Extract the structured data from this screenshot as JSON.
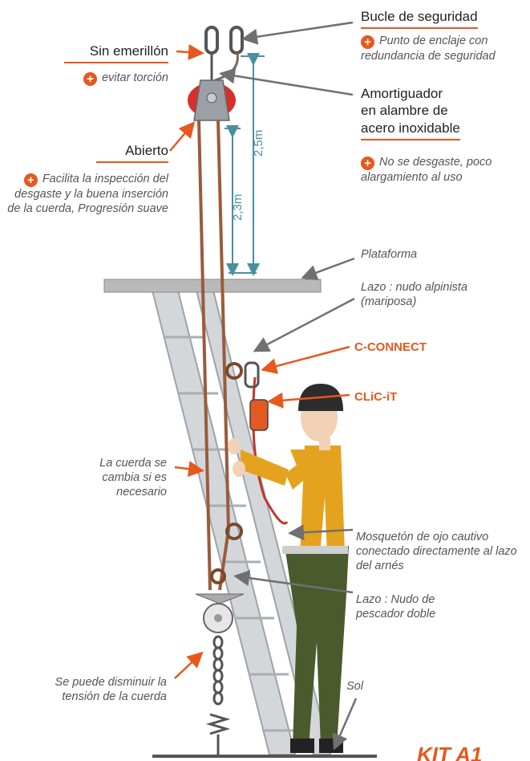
{
  "labels": {
    "bucle": "Bucle de seguridad",
    "bucle_note": "Punto de enclaje con redundancia de seguridad",
    "sin_emerillon": "Sin emerillón",
    "sin_emerillon_note": "evitar torción",
    "amortiguador_1": "Amortiguador",
    "amortiguador_2": "en alambre de",
    "amortiguador_3": "acero inoxidable",
    "amortiguador_note": "No se desgaste, poco alargamiento al uso",
    "abierto": "Abierto",
    "abierto_note": "Facilita la inspección del desgaste y la buena inserción de la cuerda, Progresión suave",
    "plataforma": "Plataforma",
    "lazo_alpinista": "Lazo : nudo alpinista (mariposa)",
    "c_connect": "C-CONNECT",
    "clic_it": "CLiC-iT",
    "cuerda_cambia": "La cuerda se cambia si es necesario",
    "mosqueton": "Mosquetón de ojo cautivo conectado directamente al lazo del arnés",
    "lazo_pescador": "Lazo : Nudo de pescador doble",
    "tension": "Se puede disminuir la tensión de la cuerda",
    "sol": "Sol",
    "dim_25": "2,5m",
    "dim_23": "2,3m",
    "kit": "KIT A1"
  },
  "colors": {
    "accent": "#e8571c",
    "dimension": "#4a8fa0",
    "rope": "#9a5b3c",
    "ladder": "#c9ccd0",
    "platform": "#b9b9b9",
    "shirt": "#e4a21f",
    "pants": "#4a5a2c",
    "helmet": "#2c2c2c"
  },
  "icons": [
    "plus-circle-icon",
    "arrow-icon"
  ]
}
